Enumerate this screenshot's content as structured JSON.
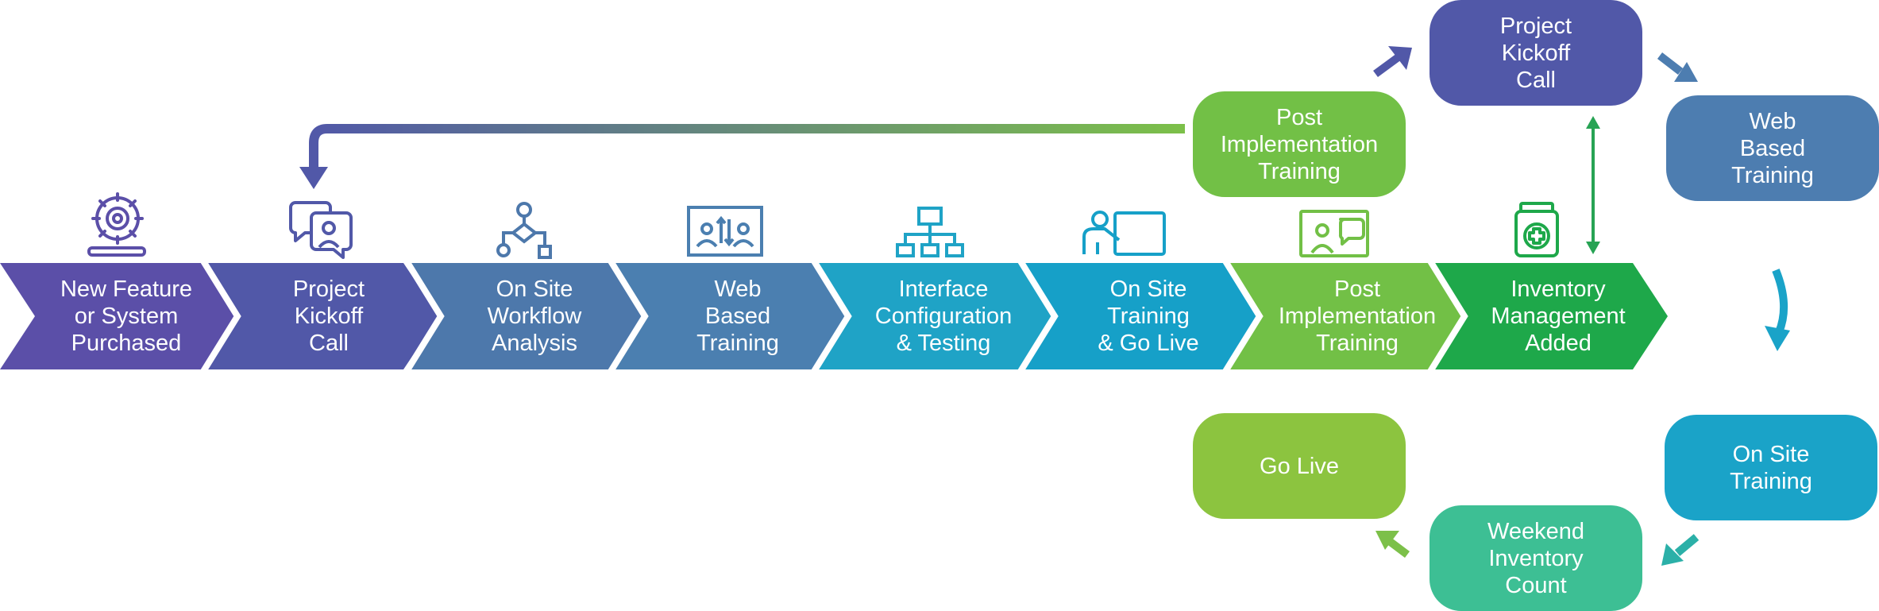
{
  "timeline": [
    {
      "label": "New Feature\nor System\nPurchased",
      "color": "#5b4fa8",
      "icon": "gear-icon"
    },
    {
      "label": "Project\nKickoff\nCall",
      "color": "#5158a8",
      "icon": "chat-bubbles-icon"
    },
    {
      "label": "On Site\nWorkflow\nAnalysis",
      "color": "#4d78ab",
      "icon": "flowchart-icon"
    },
    {
      "label": "Web\nBased\nTraining",
      "color": "#4b7fb0",
      "icon": "video-call-icon"
    },
    {
      "label": "Interface\nConfiguration\n& Testing",
      "color": "#1fa3c6",
      "icon": "org-chart-icon"
    },
    {
      "label": "On Site\nTraining\n& Go Live",
      "color": "#16a0c8",
      "icon": "presentation-icon"
    },
    {
      "label": "Post\nImplementation\nTraining",
      "color": "#72c046",
      "icon": "chat-screen-icon"
    },
    {
      "label": "Inventory\nManagement\nAdded",
      "color": "#1ea84a",
      "icon": "medicine-jar-icon"
    }
  ],
  "cycle": [
    {
      "id": "post-implementation-training",
      "label": "Post\nImplementation\nTraining",
      "color": "#72c046"
    },
    {
      "id": "project-kickoff-call",
      "label": "Project\nKickoff\nCall",
      "color": "#5158a8"
    },
    {
      "id": "web-based-training",
      "label": "Web\nBased\nTraining",
      "color": "#4d7db0"
    },
    {
      "id": "on-site-training",
      "label": "On Site\nTraining",
      "color": "#1aa3c8"
    },
    {
      "id": "weekend-inventory-count",
      "label": "Weekend\nInventory\nCount",
      "color": "#3dbf94"
    },
    {
      "id": "go-live",
      "label": "Go Live",
      "color": "#8cc43f"
    }
  ],
  "colors": {
    "loop_arrow_start": "#5158a8",
    "loop_arrow_end": "#7cc049",
    "vertical_arrow": "#27a354"
  }
}
